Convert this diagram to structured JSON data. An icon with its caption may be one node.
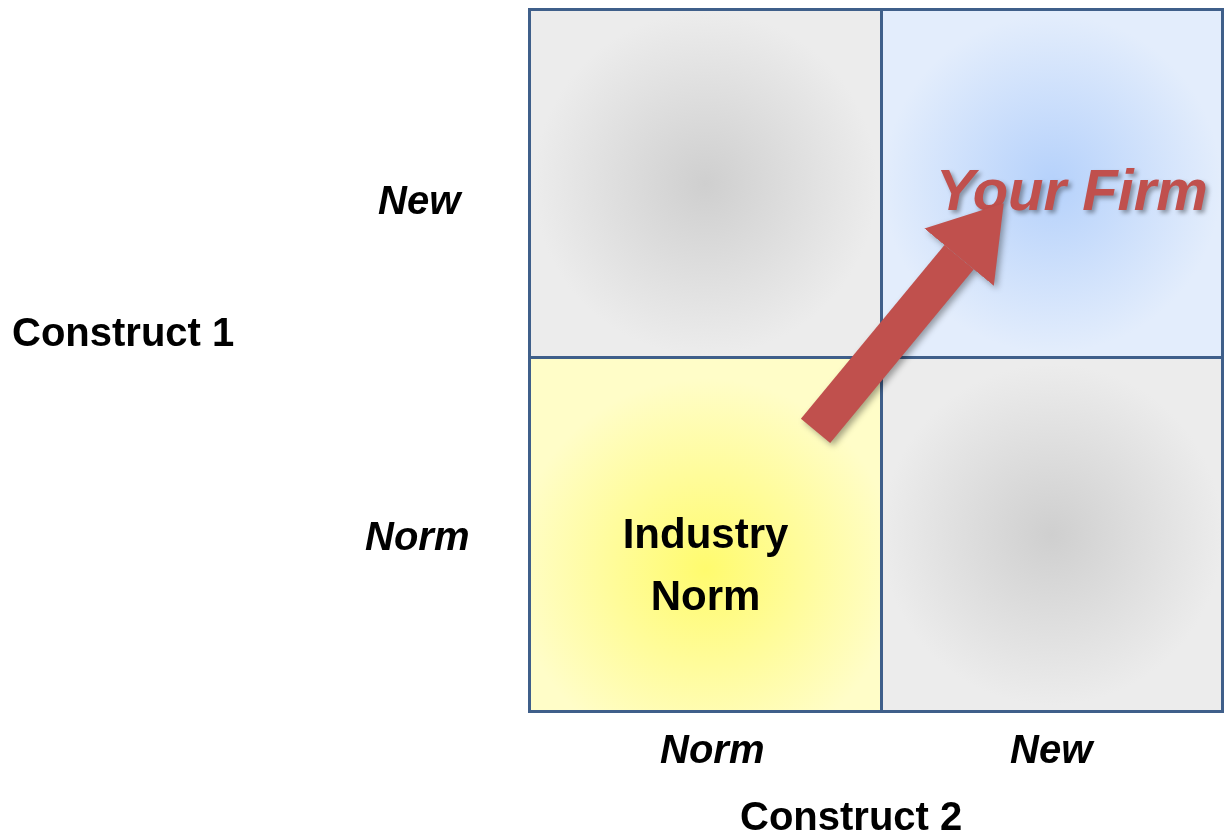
{
  "diagram": {
    "nodes": [
      {
        "text": [],
        "shape": "box"
      },
      {
        "text": [
          "Your Firm"
        ]
      },
      {
        "text": [
          "Industry Norm"
        ]
      },
      {
        "text": [],
        "shape": "box"
      }
    ],
    "edges": [
      {
        "from": 2,
        "to": 1,
        "arrow": "to",
        "color": "#c0504d"
      }
    ],
    "labels": [
      "New",
      "Construct 1",
      "Norm",
      "Norm",
      "New",
      "Construct 2"
    ]
  }
}
